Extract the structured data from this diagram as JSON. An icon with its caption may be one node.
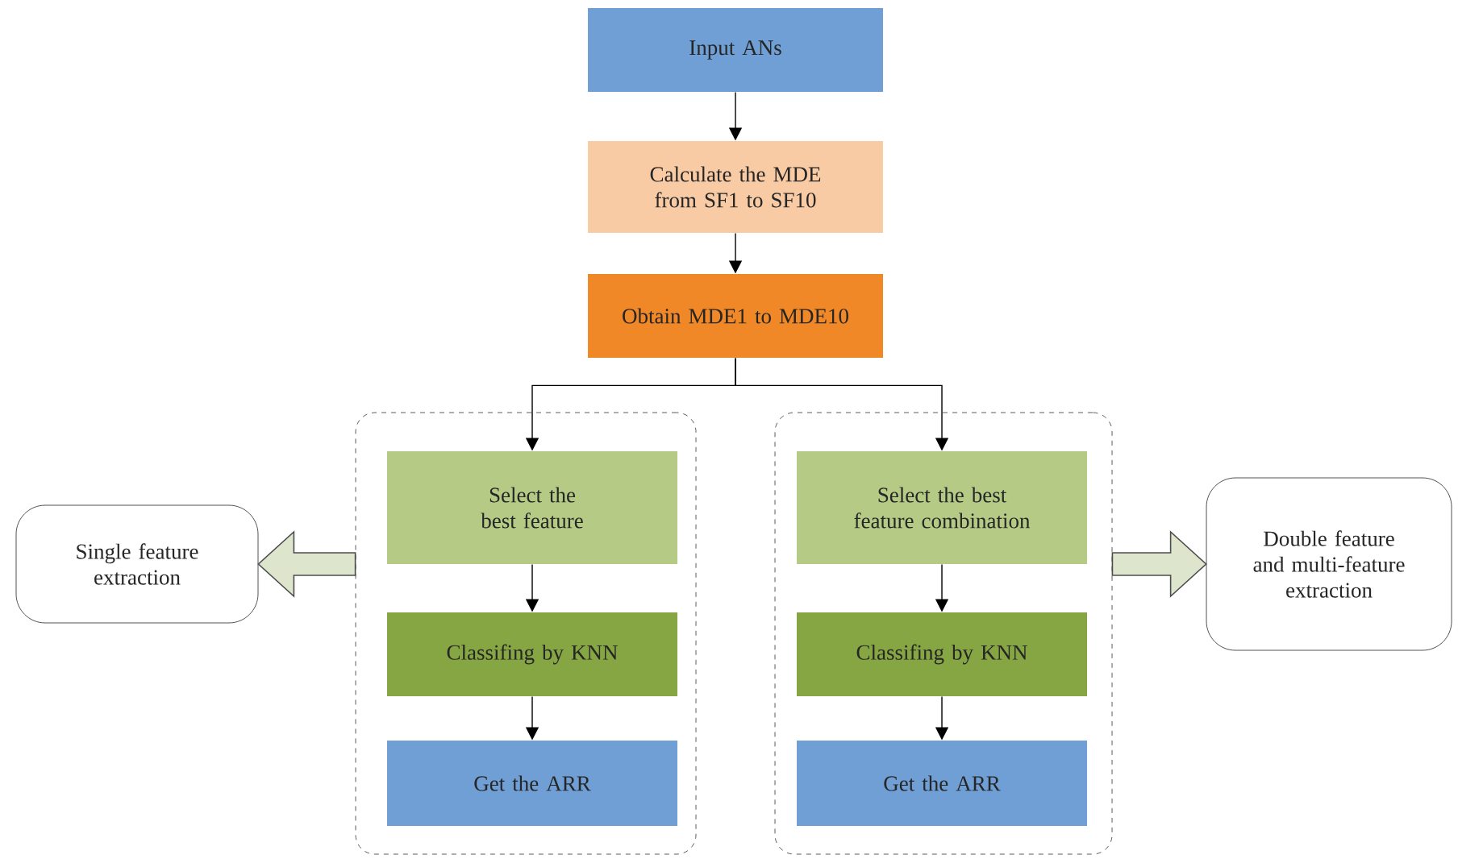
{
  "diagram": {
    "nodes": [
      {
        "text": [
          "Input ANs"
        ]
      },
      {
        "text": [
          "Calculate the MDE from SF1 to SF10"
        ]
      },
      {
        "text": [
          "Obtain MDE1 to MDE10"
        ]
      },
      {
        "text": [],
        "shape": "box"
      },
      {
        "text": [
          "Select the best feature"
        ],
        "in": 3
      },
      {
        "text": [
          "Classifing by KNN"
        ],
        "in": 3
      },
      {
        "text": [
          "Get the ARR"
        ],
        "in": 3
      },
      {
        "text": [],
        "shape": "box"
      },
      {
        "text": [
          "Select the best feature combination"
        ],
        "in": 7
      },
      {
        "text": [
          "Classifing by KNN"
        ],
        "in": 7
      },
      {
        "text": [
          "Get the ARR"
        ],
        "in": 7
      },
      {
        "text": [
          "Single feature extraction"
        ]
      },
      {
        "text": [
          "Double feature and multi-feature extraction"
        ]
      }
    ],
    "edges": [
      {
        "from": 0,
        "to": 1,
        "arrow": "to"
      },
      {
        "from": 1,
        "to": 2,
        "arrow": "to"
      },
      {
        "from": 2,
        "to": 4,
        "arrow": "to"
      },
      {
        "from": 2,
        "to": 8,
        "arrow": "to"
      },
      {
        "from": 4,
        "to": 5,
        "arrow": "to"
      },
      {
        "from": 5,
        "to": 6,
        "arrow": "to"
      },
      {
        "from": 8,
        "to": 9,
        "arrow": "to"
      },
      {
        "from": 9,
        "to": 10,
        "arrow": "to"
      },
      {
        "from": 3,
        "to": 11,
        "arrow": "to",
        "style": "thick"
      },
      {
        "from": 7,
        "to": 12,
        "arrow": "to",
        "style": "thick"
      }
    ]
  }
}
